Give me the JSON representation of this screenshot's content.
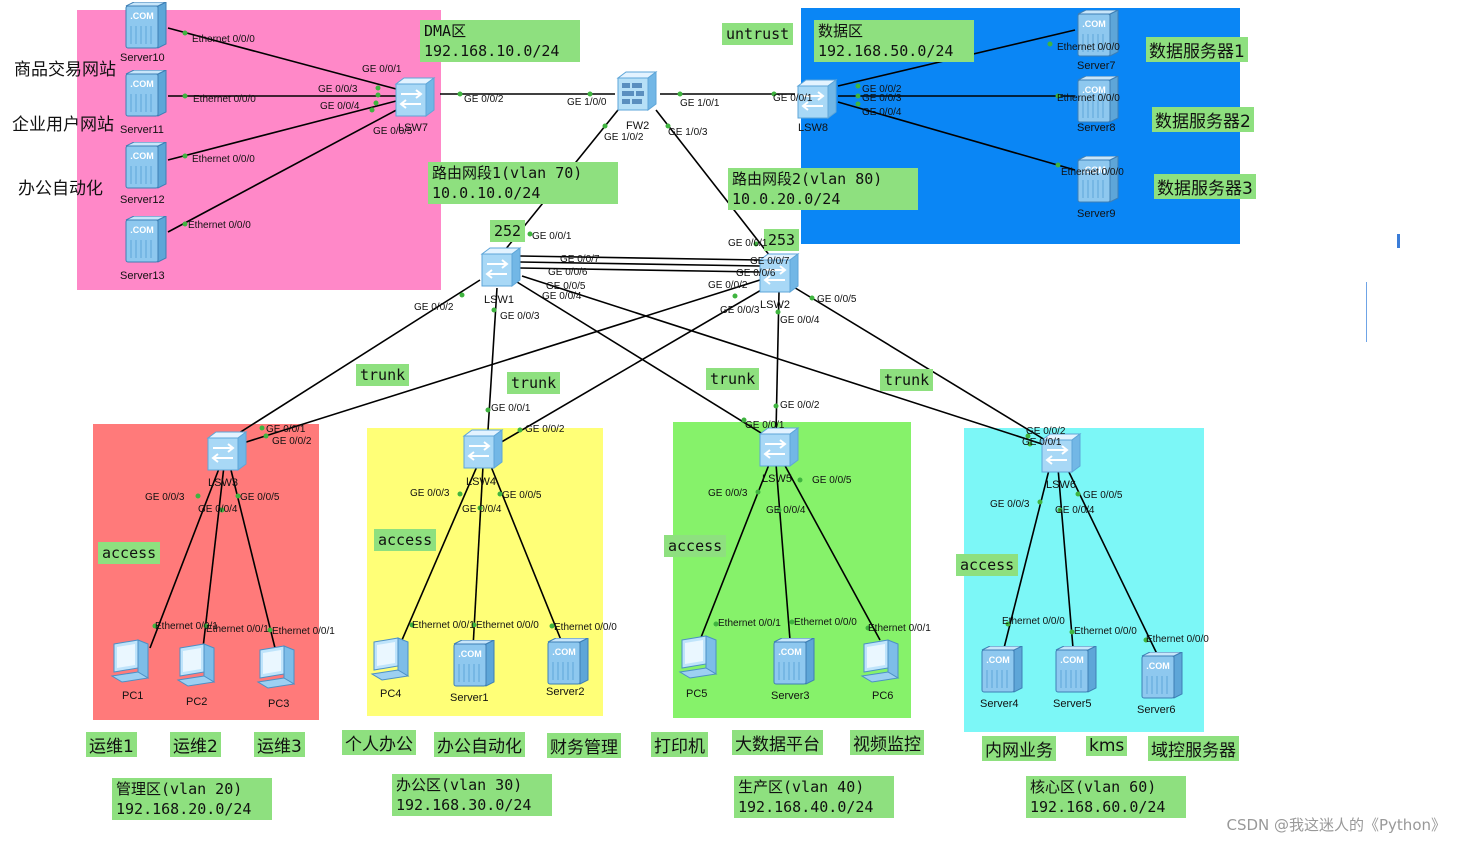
{
  "zones": {
    "dmz_left": {
      "color": "#ff88c8"
    },
    "data": {
      "color": "#0a86f5"
    },
    "management": {
      "color": "#ff7a7a"
    },
    "office": {
      "color": "#ffff77"
    },
    "production": {
      "color": "#86f26a"
    },
    "core": {
      "color": "#7cf7f7"
    }
  },
  "labels": {
    "dmz": "DMA区\n192.168.10.0/24",
    "untrust": "untrust",
    "data_zone": "数据区\n192.168.50.0/24",
    "route1": "路由网段1(vlan 70)\n10.0.10.0/24",
    "route2": "路由网段2(vlan 80)\n10.0.20.0/24",
    "n252": "252",
    "n253": "253",
    "trunk": "trunk",
    "access": "access",
    "mgmt": "管理区(vlan 20)\n192.168.20.0/24",
    "office_area": "办公区(vlan 30)\n192.168.30.0/24",
    "prod": "生产区(vlan 40)\n192.168.40.0/24",
    "core_area": "核心区(vlan 60)\n192.168.60.0/24"
  },
  "side_labels": {
    "shop": "商品交易网站",
    "enterprise": "企业用户网站",
    "oa": "办公自动化",
    "ds1": "数据服务器1",
    "ds2": "数据服务器2",
    "ds3": "数据服务器3",
    "ops1": "运维1",
    "ops2": "运维2",
    "ops3": "运维3",
    "personal": "个人办公",
    "oa2": "办公自动化",
    "finance": "财务管理",
    "printer": "打印机",
    "bigdata": "大数据平台",
    "video": "视频监控",
    "intranet": "内网业务",
    "kms": "kms",
    "domain": "域控服务器"
  },
  "devices": {
    "server10": "Server10",
    "server11": "Server11",
    "server12": "Server12",
    "server13": "Server13",
    "lsw7": "LSW7",
    "fw2": "FW2",
    "lsw8": "LSW8",
    "server7": "Server7",
    "server8": "Server8",
    "server9": "Server9",
    "lsw1": "LSW1",
    "lsw2": "LSW2",
    "lsw3": "LSW3",
    "lsw4": "LSW4",
    "lsw5": "LSW5",
    "lsw6": "LSW6",
    "pc1": "PC1",
    "pc2": "PC2",
    "pc3": "PC3",
    "pc4": "PC4",
    "server1": "Server1",
    "server2": "Server2",
    "pc5": "PC5",
    "server3": "Server3",
    "pc6": "PC6",
    "server4": "Server4",
    "server5": "Server5",
    "server6": "Server6"
  },
  "ports": {
    "eth000": "Ethernet 0/0/0",
    "eth001": "Ethernet 0/0/1",
    "ge001": "GE 0/0/1",
    "ge002": "GE 0/0/2",
    "ge003": "GE 0/0/3",
    "ge004": "GE 0/0/4",
    "ge005": "GE 0/0/5",
    "ge006": "GE 0/0/6",
    "ge007": "GE 0/0/7",
    "ge100": "GE 1/0/0",
    "ge101": "GE 1/0/1",
    "ge102": "GE 1/0/2",
    "ge103": "GE 1/0/3"
  },
  "watermark": "CSDN @我这迷人的《Python》"
}
